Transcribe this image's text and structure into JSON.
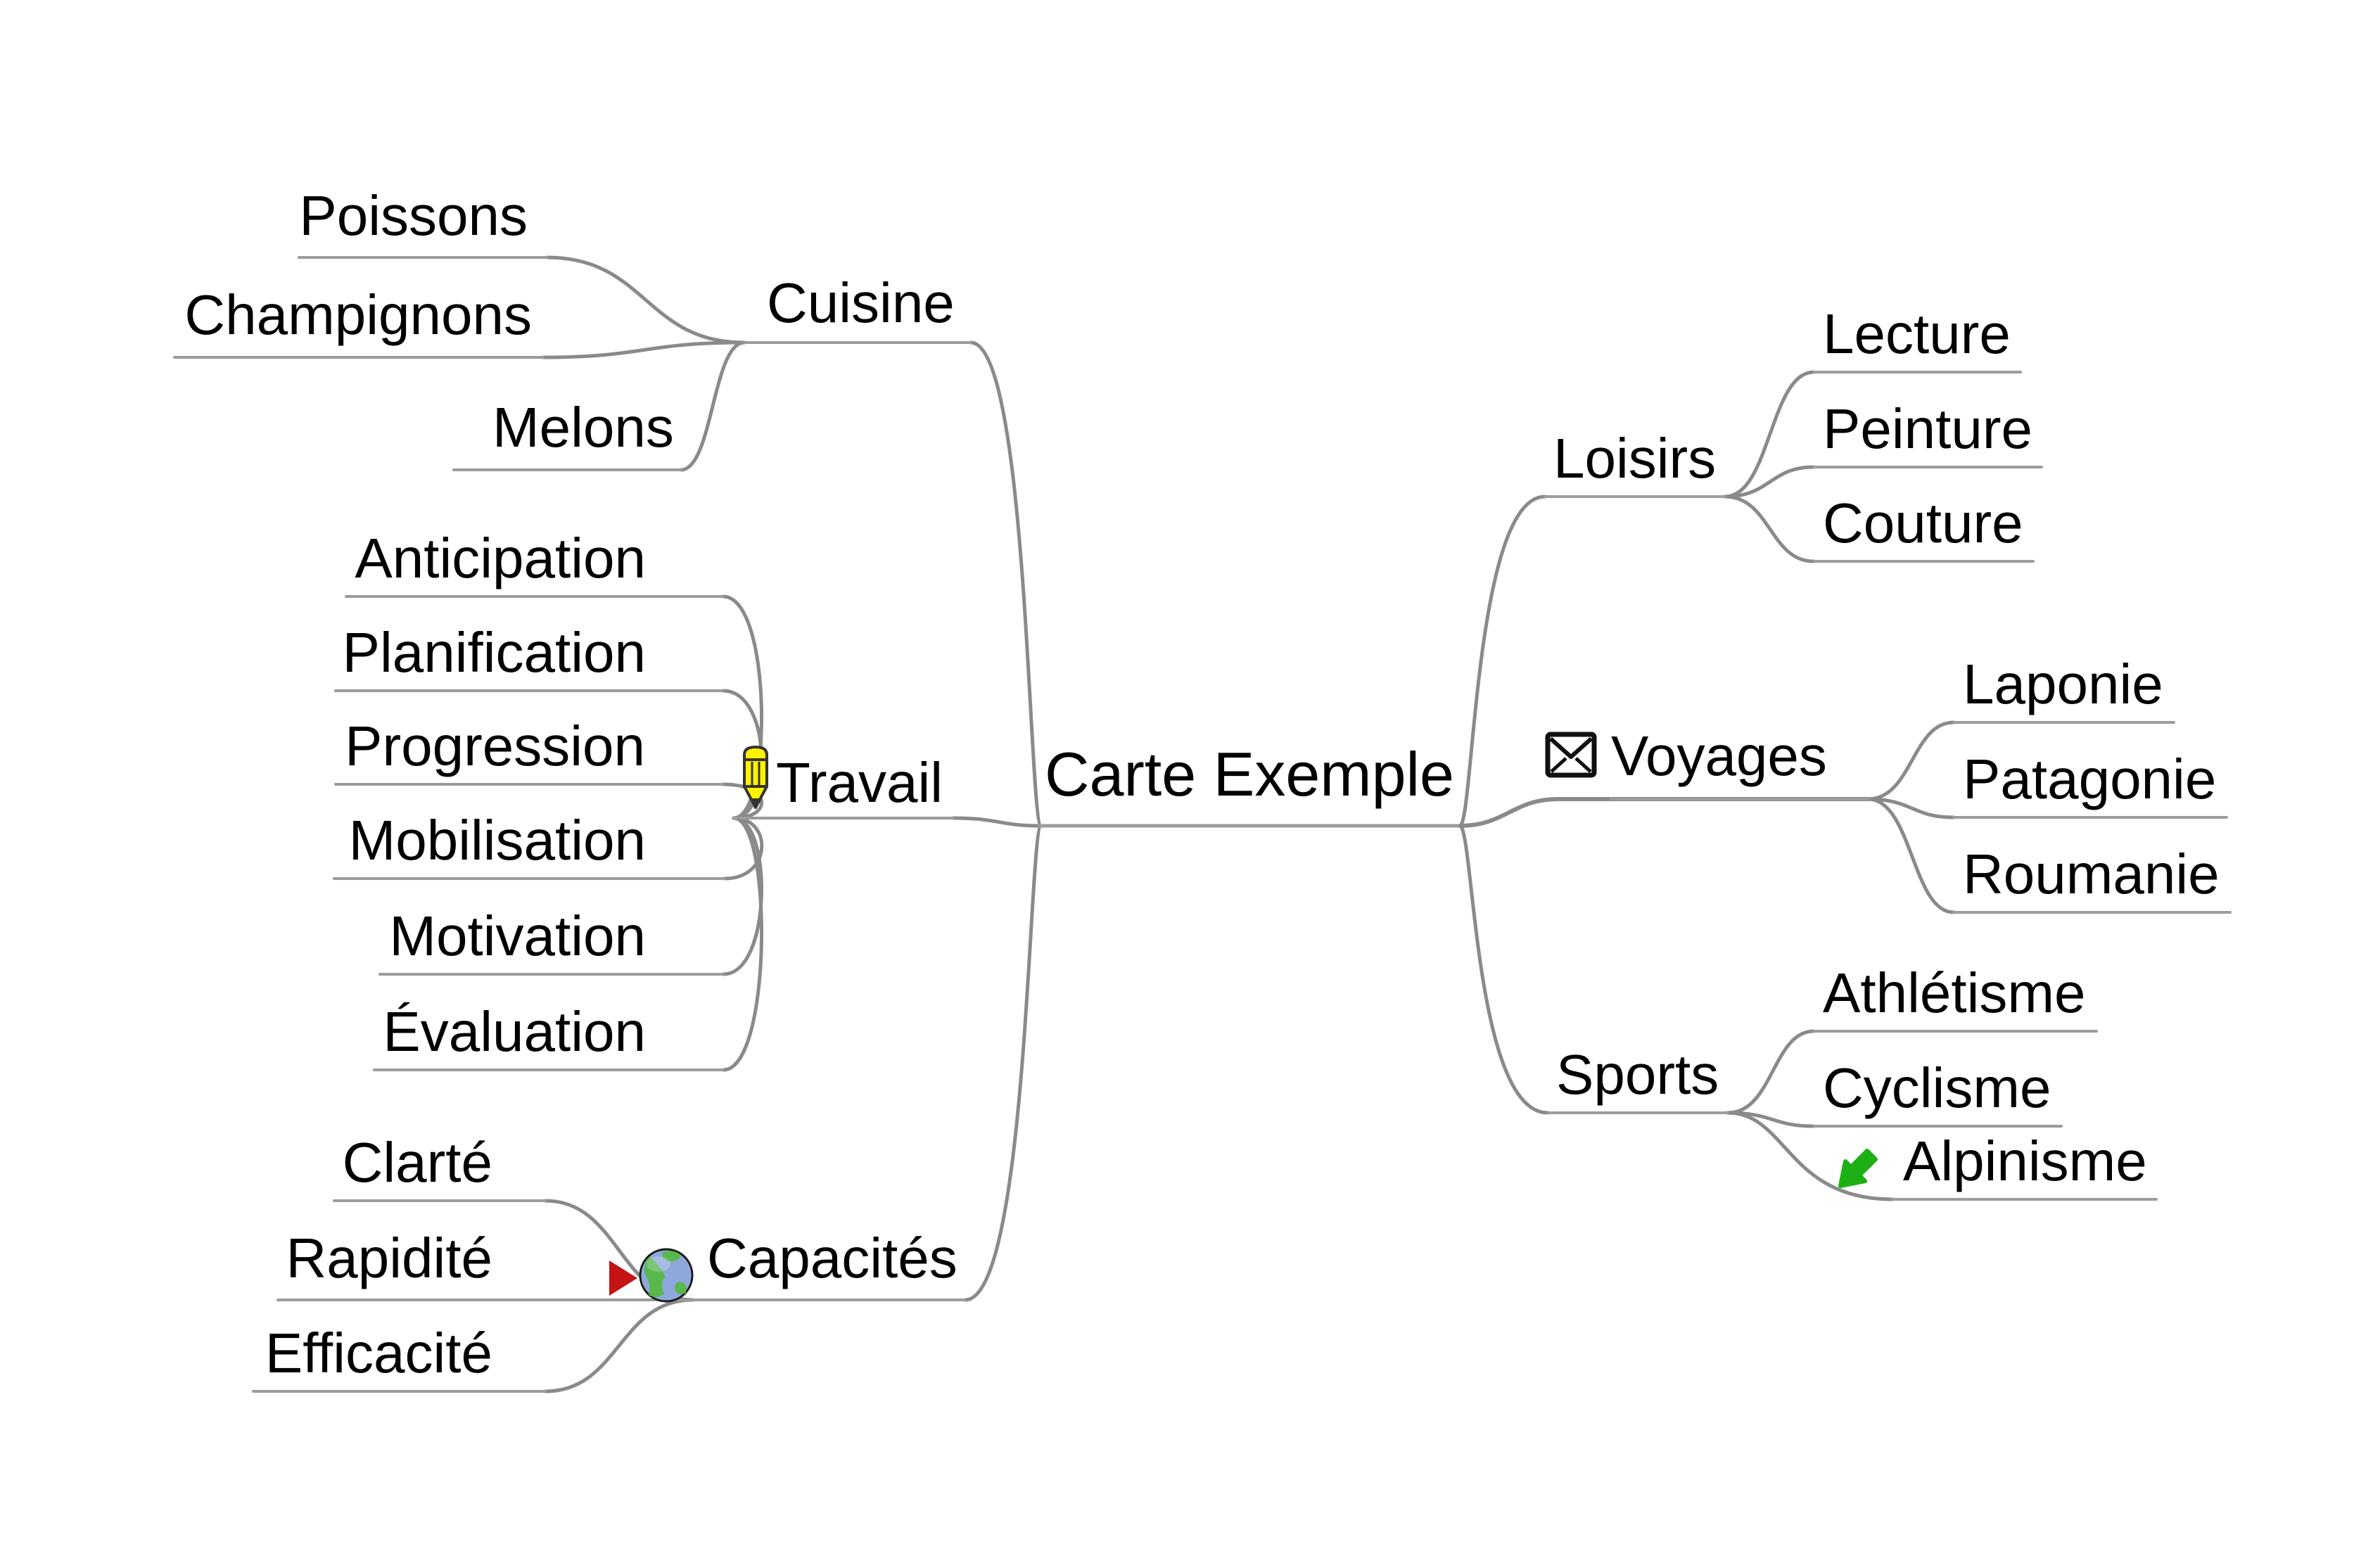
{
  "root": {
    "label": "Carte Exemple"
  },
  "left": [
    {
      "label": "Cuisine",
      "children": [
        {
          "label": "Poissons"
        },
        {
          "label": "Champignons"
        },
        {
          "label": "Melons"
        }
      ]
    },
    {
      "label": "Travail",
      "icon": "pencil-icon",
      "children": [
        {
          "label": "Anticipation"
        },
        {
          "label": "Planification"
        },
        {
          "label": "Progression"
        },
        {
          "label": "Mobilisation"
        },
        {
          "label": "Motivation"
        },
        {
          "label": "Évaluation"
        }
      ]
    },
    {
      "label": "Capacités",
      "icons": [
        "red-arrow-icon",
        "globe-icon"
      ],
      "children": [
        {
          "label": "Clarté"
        },
        {
          "label": "Rapidité"
        },
        {
          "label": "Efficacité"
        }
      ]
    }
  ],
  "right": [
    {
      "label": "Loisirs",
      "children": [
        {
          "label": "Lecture"
        },
        {
          "label": "Peinture"
        },
        {
          "label": "Couture"
        }
      ]
    },
    {
      "label": "Voyages",
      "icon": "envelope-icon",
      "children": [
        {
          "label": "Laponie"
        },
        {
          "label": "Patagonie"
        },
        {
          "label": "Roumanie"
        }
      ]
    },
    {
      "label": "Sports",
      "children": [
        {
          "label": "Athlétisme"
        },
        {
          "label": "Cyclisme"
        },
        {
          "label": "Alpinisme",
          "icon": "green-arrow-icon"
        }
      ]
    }
  ],
  "colors": {
    "node_text": "#000000",
    "orange_branch": "#FBB117",
    "edge_gray": "#8A8A8A",
    "underline_gray": "#9C9C9C",
    "pencil_yellow": "#FFF200",
    "red_arrow": "#C41414",
    "globe_blue": "#8FA8DC",
    "globe_green": "#58B84C",
    "green_arrow": "#1DB014",
    "envelope_black": "#111111"
  }
}
